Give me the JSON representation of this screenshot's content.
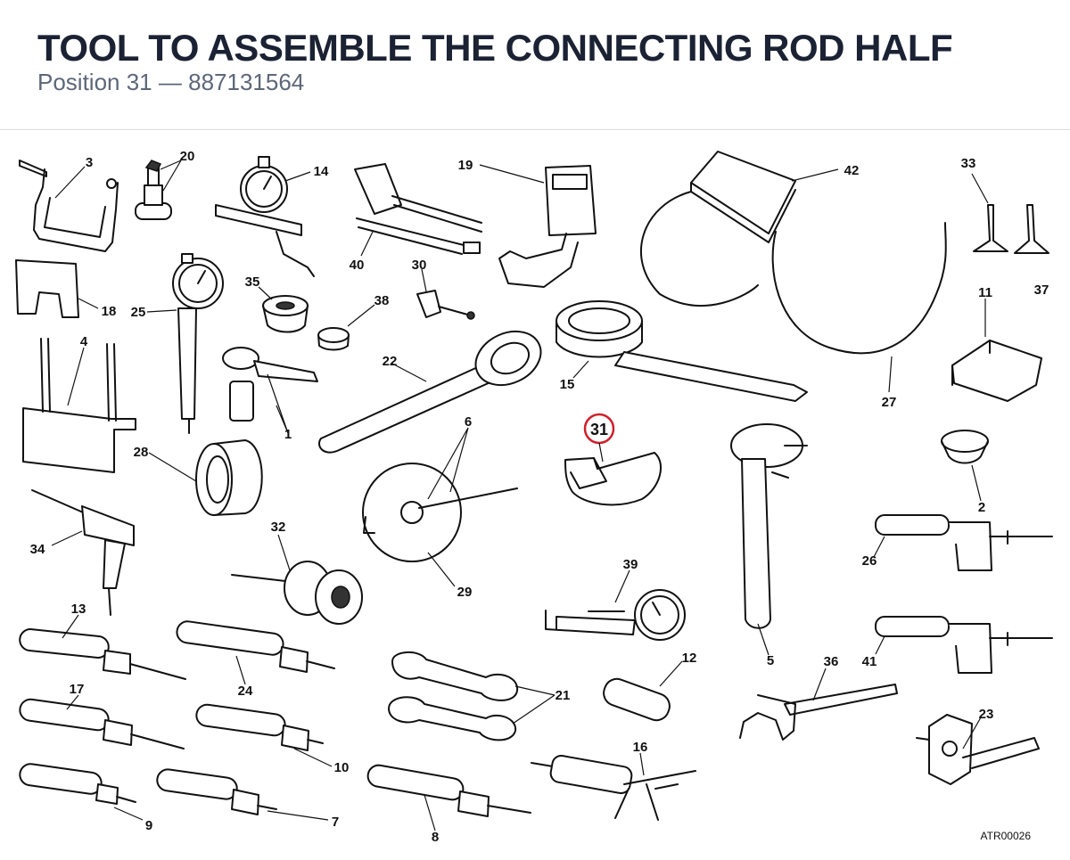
{
  "header": {
    "title": "TOOL TO ASSEMBLE THE CONNECTING ROD HALF",
    "position_label": "Position 31",
    "separator": "—",
    "part_number": "887131564"
  },
  "highlight": {
    "label": "31",
    "color": "#d0202c"
  },
  "callouts": {
    "c1": "1",
    "c2": "2",
    "c3": "3",
    "c4": "4",
    "c5": "5",
    "c6": "6",
    "c7": "7",
    "c8": "8",
    "c9": "9",
    "c10": "10",
    "c11": "11",
    "c12": "12",
    "c13": "13",
    "c14": "14",
    "c15": "15",
    "c16": "16",
    "c17": "17",
    "c18": "18",
    "c19": "19",
    "c20": "20",
    "c21": "21",
    "c22": "22",
    "c23": "23",
    "c24": "24",
    "c25": "25",
    "c26": "26",
    "c27": "27",
    "c28": "28",
    "c29": "29",
    "c30": "30",
    "c32": "32",
    "c33": "33",
    "c34": "34",
    "c35": "35",
    "c36": "36",
    "c37": "37",
    "c38": "38",
    "c39": "39",
    "c40": "40",
    "c41": "41",
    "c42": "42"
  },
  "reference_code": "ATR00026"
}
